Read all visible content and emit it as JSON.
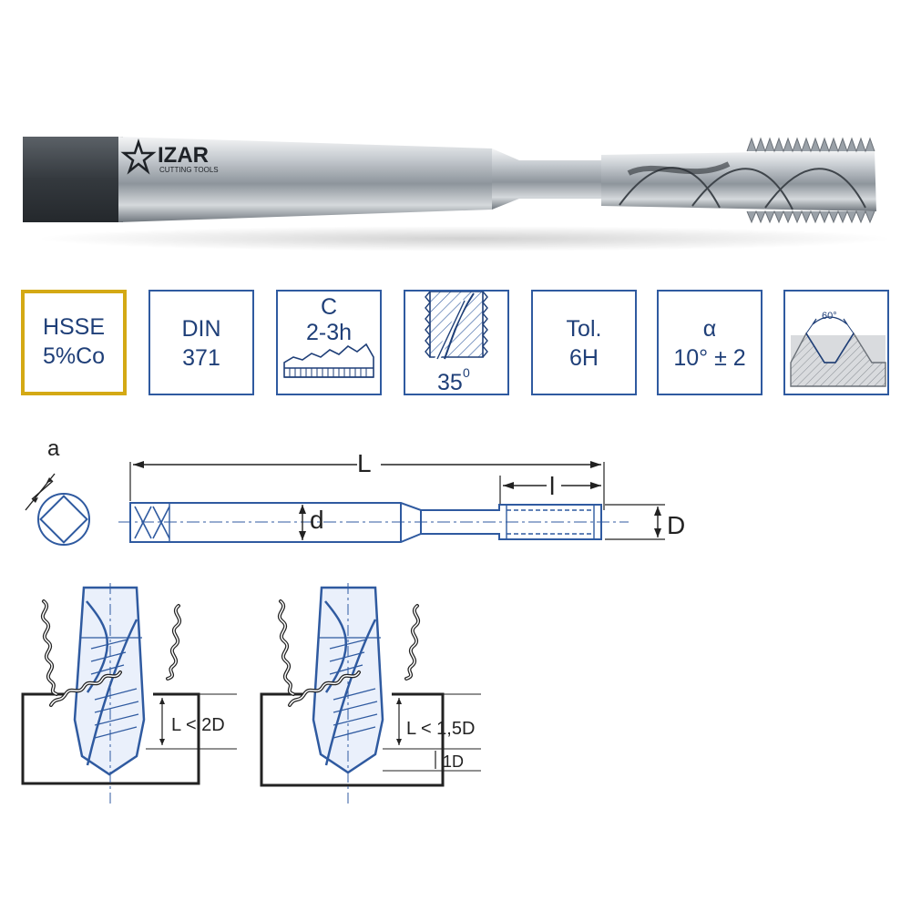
{
  "product": {
    "brand": "IZAR",
    "brand_tagline": "CUTTING TOOLS"
  },
  "specs": {
    "material": {
      "line1": "HSSE",
      "line2": "5%Co"
    },
    "standard": {
      "line1": "DIN",
      "line2": "371"
    },
    "chamfer": {
      "line1": "C",
      "line2": "2-3h"
    },
    "helix": {
      "label": "35",
      "sup": "0"
    },
    "tolerance": {
      "line1": "Tol.",
      "line2": "6H"
    },
    "rake": {
      "line1": "α",
      "line2": "10° ± 2"
    },
    "thread_angle": {
      "label": "60°"
    }
  },
  "dimensions": {
    "a": "a",
    "L": "L",
    "l": "l",
    "d": "d",
    "D": "D"
  },
  "usage": {
    "left": {
      "label": "L < 2D"
    },
    "right": {
      "label": "L < 1,5D",
      "sub_label": "1D"
    }
  },
  "colors": {
    "blue": "#2f5aa0",
    "blue_dark": "#1f3f78",
    "gold": "#d4a914",
    "steel": "#9aa1a8"
  }
}
